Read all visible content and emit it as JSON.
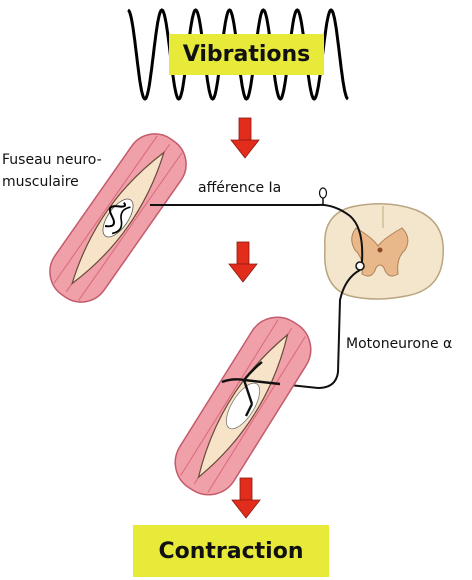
{
  "title_top": "Vibrations",
  "title_bottom": "Contraction",
  "labels": {
    "fuseau_line1": "Fuseau neuro-",
    "fuseau_line2": "musculaire",
    "afference": "afférence Ia",
    "motoneurone": "Motoneurone α"
  },
  "colors": {
    "label_box": "#e8ea3a",
    "arrow": "#e22d1c",
    "muscle": "#f0a0a8",
    "muscle_dark": "#d9687a",
    "spinal_cord": "#f3e6cc"
  }
}
